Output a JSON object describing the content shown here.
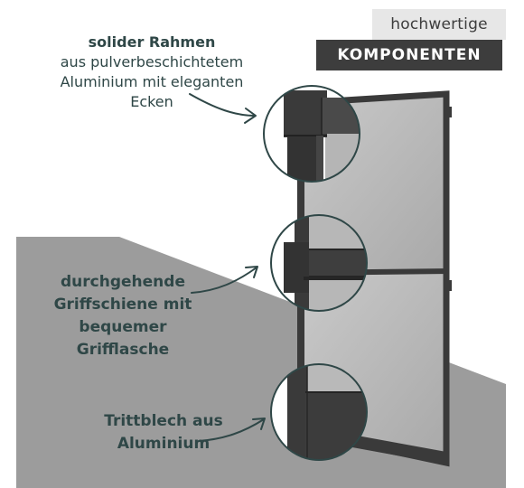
{
  "badge": {
    "top_text": "hochwertige",
    "bottom_text": "KOMPONENTEN"
  },
  "callouts": {
    "frame": {
      "lines": [
        "solider Rahmen",
        "aus pulverbeschichtetem",
        "Aluminium mit eleganten",
        "Ecken"
      ]
    },
    "handle": {
      "lines": [
        "durchgehende",
        "Griffschiene mit",
        "bequemer",
        "Grifflasche"
      ]
    },
    "kickplate": {
      "lines": [
        "Trittblech aus",
        "Aluminium"
      ]
    }
  },
  "colors": {
    "frame": "#3a3a3a",
    "mesh": "#b3b3b3",
    "floor": "#9a9a9a",
    "text": "#2f4747",
    "badge_dark": "#3d3d3d",
    "badge_light": "#e7e7e7"
  }
}
